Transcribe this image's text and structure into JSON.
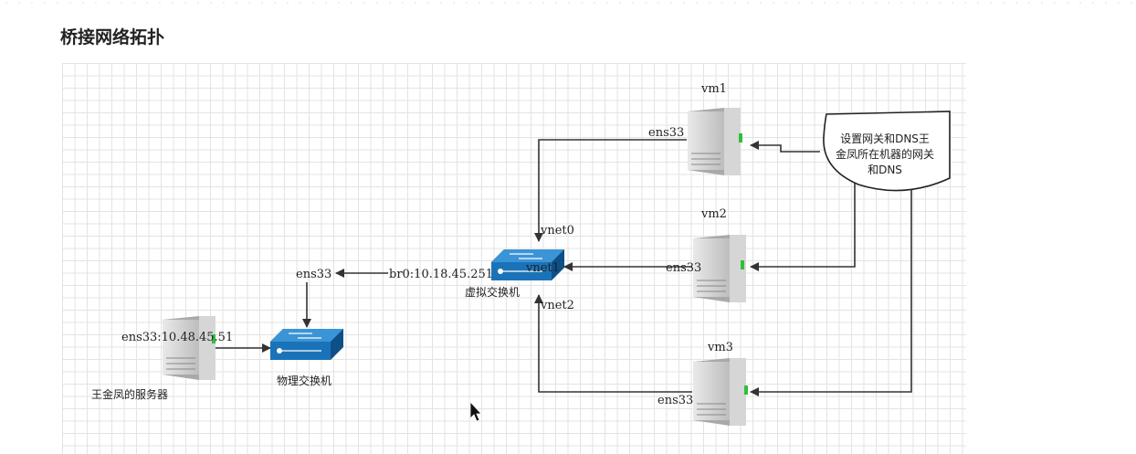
{
  "page": {
    "heading": "桥接网络拓扑"
  },
  "diagram": {
    "vms": [
      {
        "name": "vm1",
        "nic": "ens33"
      },
      {
        "name": "vm2",
        "nic": "ens33"
      },
      {
        "name": "vm3",
        "nic": "ens33"
      }
    ],
    "virtual_switch": {
      "label": "虚拟交换机",
      "bridge": "br0:10.18.45.251",
      "ports": [
        "vnet0",
        "vnet1",
        "vnet2"
      ]
    },
    "physical_switch": {
      "label": "物理交换机",
      "uplink": "ens33"
    },
    "server": {
      "label": "王金凤的服务器",
      "nic": "ens33:10.48.45.51"
    },
    "callout": {
      "lines": [
        "设置网关和DNS王",
        "金凤所在机器的网关",
        "和DNS"
      ]
    },
    "colors": {
      "switch": "#1a73b8",
      "switch_dark": "#0d4f86",
      "server": "#c9c9c9",
      "led": "#2fbf3a",
      "arrow": "#333333"
    }
  }
}
